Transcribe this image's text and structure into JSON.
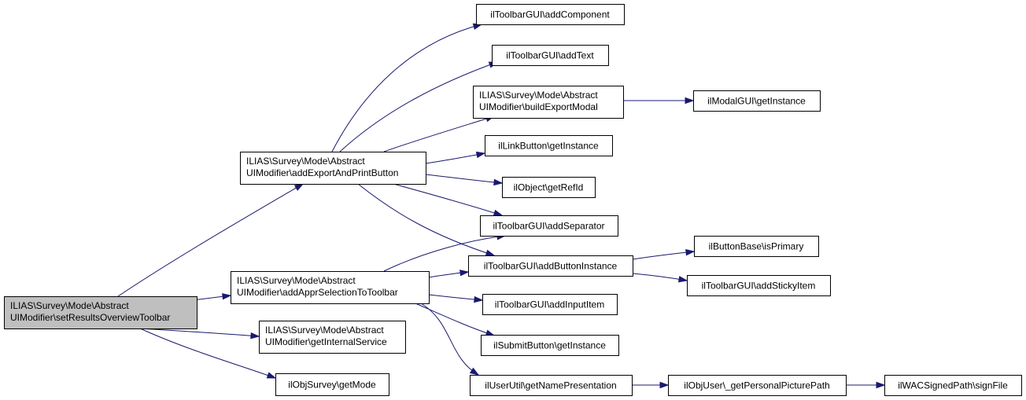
{
  "nodes": {
    "root": {
      "lines": [
        "ILIAS\\Survey\\Mode\\Abstract",
        "UIModifier\\setResultsOverviewToolbar"
      ]
    },
    "aep": {
      "lines": [
        "ILIAS\\Survey\\Mode\\Abstract",
        "UIModifier\\addExportAndPrintButton"
      ]
    },
    "aas": {
      "lines": [
        "ILIAS\\Survey\\Mode\\Abstract",
        "UIModifier\\addApprSelectionToToolbar"
      ]
    },
    "gis": {
      "lines": [
        "ILIAS\\Survey\\Mode\\Abstract",
        "UIModifier\\getInternalService"
      ]
    },
    "gm": {
      "lines": [
        "ilObjSurvey\\getMode"
      ]
    },
    "ac": {
      "lines": [
        "ilToolbarGUI\\addComponent"
      ]
    },
    "at": {
      "lines": [
        "ilToolbarGUI\\addText"
      ]
    },
    "bem": {
      "lines": [
        "ILIAS\\Survey\\Mode\\Abstract",
        "UIModifier\\buildExportModal"
      ]
    },
    "lb": {
      "lines": [
        "ilLinkButton\\getInstance"
      ]
    },
    "gri": {
      "lines": [
        "ilObject\\getRefId"
      ]
    },
    "asep": {
      "lines": [
        "ilToolbarGUI\\addSeparator"
      ]
    },
    "abi": {
      "lines": [
        "ilToolbarGUI\\addButtonInstance"
      ]
    },
    "aii": {
      "lines": [
        "ilToolbarGUI\\addInputItem"
      ]
    },
    "sb": {
      "lines": [
        "ilSubmitButton\\getInstance"
      ]
    },
    "gnp": {
      "lines": [
        "ilUserUtil\\getNamePresentation"
      ]
    },
    "mg": {
      "lines": [
        "ilModalGUI\\getInstance"
      ]
    },
    "ip": {
      "lines": [
        "ilButtonBase\\isPrimary"
      ]
    },
    "asi": {
      "lines": [
        "ilToolbarGUI\\addStickyItem"
      ]
    },
    "gpp": {
      "lines": [
        "ilObjUser\\_getPersonalPicturePath"
      ]
    },
    "sf": {
      "lines": [
        "ilWACSignedPath\\signFile"
      ]
    }
  },
  "edges": [
    [
      "root",
      "aep"
    ],
    [
      "root",
      "aas"
    ],
    [
      "root",
      "gis"
    ],
    [
      "root",
      "gm"
    ],
    [
      "aep",
      "ac"
    ],
    [
      "aep",
      "at"
    ],
    [
      "aep",
      "bem"
    ],
    [
      "aep",
      "lb"
    ],
    [
      "aep",
      "gri"
    ],
    [
      "aep",
      "asep"
    ],
    [
      "aep",
      "abi"
    ],
    [
      "bem",
      "mg"
    ],
    [
      "aas",
      "asep"
    ],
    [
      "aas",
      "abi"
    ],
    [
      "aas",
      "aii"
    ],
    [
      "aas",
      "sb"
    ],
    [
      "aas",
      "gnp"
    ],
    [
      "abi",
      "ip"
    ],
    [
      "abi",
      "asi"
    ],
    [
      "gnp",
      "gpp"
    ],
    [
      "gpp",
      "sf"
    ]
  ],
  "colors": {
    "edge": "#191970",
    "root_fill": "#bfbfbf",
    "node_fill": "#ffffff",
    "border": "#000000"
  }
}
